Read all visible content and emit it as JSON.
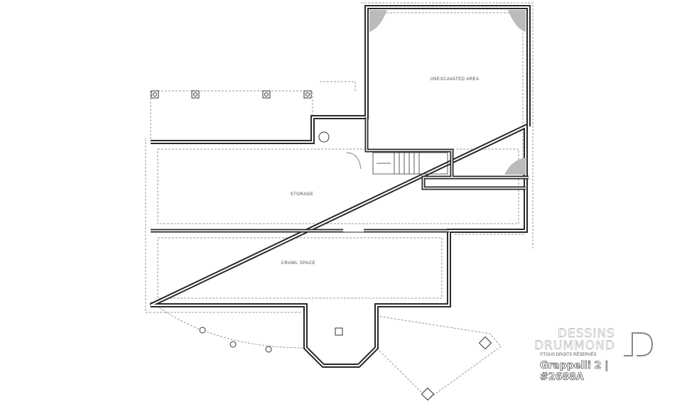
{
  "plan": {
    "rooms": [
      {
        "id": "unexcavated",
        "label": "UNEXCAVATED AREA"
      },
      {
        "id": "storage",
        "label": "STORAGE"
      },
      {
        "id": "crawl",
        "label": "CRAWL SPACE"
      }
    ]
  },
  "branding": {
    "line1": "DESSINS",
    "line2": "DRUMMOND",
    "copyright": "©TOUS DROITS RÉSERVÉS",
    "model": "Grappelli 2 | #2688A"
  },
  "colors": {
    "wall": "#2a2a2a",
    "dash": "#999999",
    "background": "#ffffff"
  }
}
